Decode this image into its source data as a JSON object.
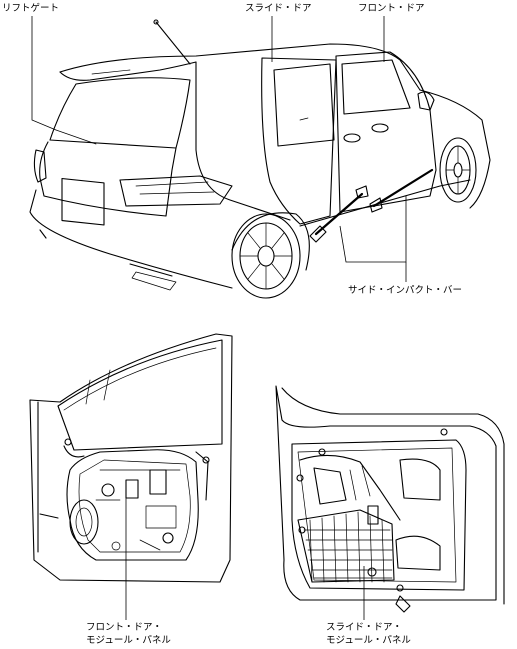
{
  "callouts": {
    "liftgate": "リフトゲート",
    "slide_door": "スライド・ドア",
    "front_door": "フロント・ドア",
    "side_impact_bar": "サイド・インパクト・バー",
    "front_panel_line1": "フロント・ドア・",
    "front_panel_line2": "モジュール・パネル",
    "slide_panel_line1": "スライド・ドア・",
    "slide_panel_line2": "モジュール・パネル"
  }
}
